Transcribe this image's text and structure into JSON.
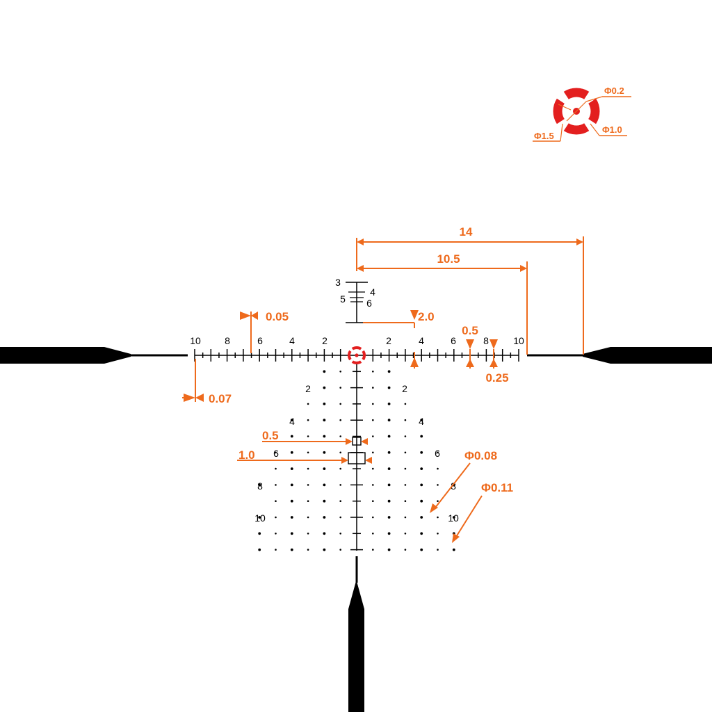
{
  "colors": {
    "reticle": "#000000",
    "dimension": "#ee6a1c",
    "dot": "#e31f1f",
    "background": "#ffffff"
  },
  "horizontal_scale": {
    "labels_left": [
      "10",
      "8",
      "6",
      "4",
      "2"
    ],
    "labels_right": [
      "2",
      "4",
      "6",
      "8",
      "10"
    ]
  },
  "vertical_scale": {
    "labels_left": [
      "2",
      "4",
      "6",
      "8",
      "10"
    ],
    "labels_right": [
      "2",
      "4",
      "6",
      "8",
      "10"
    ]
  },
  "rangefinder": {
    "labels": [
      "3",
      "4",
      "5",
      "6"
    ]
  },
  "dimensions": {
    "outer_width": "14",
    "inner_width": "10.5",
    "stadia_height": "2.0",
    "tick_spacing_major": "0.5",
    "tick_spacing_minor": "0.25",
    "line_width": "0.05",
    "tick_thickness": "0.07",
    "hash_width_small": "0.5",
    "hash_width_large": "1.0",
    "dot_diameter_small": "Φ0.08",
    "dot_diameter_large": "Φ0.11"
  },
  "center_detail": {
    "inner_dot": "Φ0.2",
    "ring_inner": "Φ1.0",
    "ring_outer": "Φ1.5"
  }
}
